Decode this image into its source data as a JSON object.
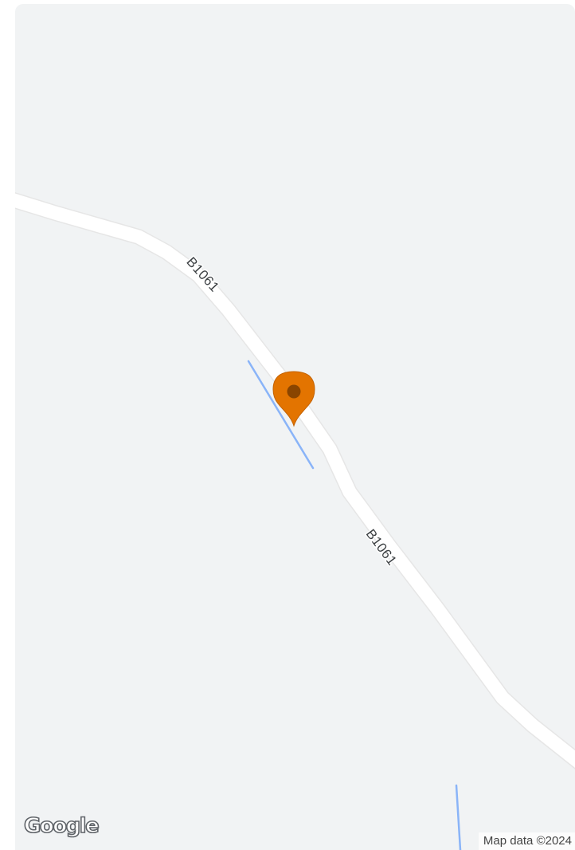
{
  "map": {
    "road_labels": [
      "B1061",
      "B1061"
    ],
    "logo_text": "Google",
    "attribution": "Map data ©2024",
    "marker": {
      "type": "location-pin",
      "color": "#e37400",
      "dot_color": "#8a4500"
    },
    "colors": {
      "background": "#f1f3f4",
      "road": "#ffffff",
      "water": "#8ab4f8"
    }
  }
}
